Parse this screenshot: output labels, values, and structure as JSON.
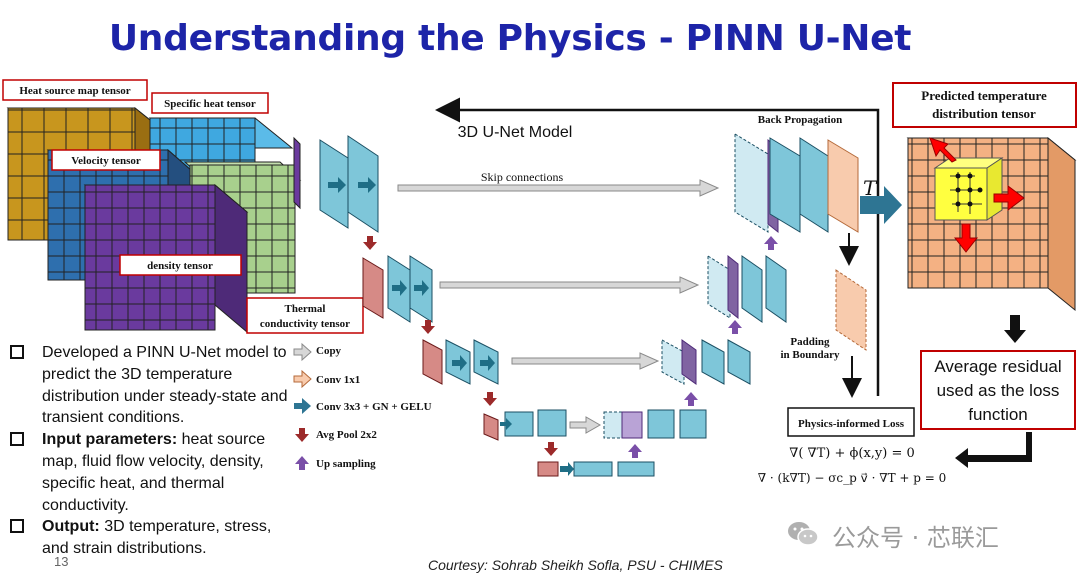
{
  "title": "Understanding the Physics - PINN U-Net",
  "inputs": {
    "heat_source": "Heat source map tensor",
    "specific_heat": "Specific heat tensor",
    "velocity": "Velocity tensor",
    "density": "density tensor",
    "thermal_line1": "Thermal",
    "thermal_line2": "conductivity tensor"
  },
  "model_label": "3D U-Net Model",
  "back_propagation": "Back Propagation",
  "skip_connections": "Skip connections",
  "t_symbol": "T",
  "output": {
    "line1": "Predicted temperature",
    "line2": "distribution tensor"
  },
  "padding_line1": "Padding",
  "padding_line2": "in Boundary",
  "physics_loss": "Physics-informed Loss",
  "equation1": "∇( ∇T) + ϕ(x,y) = 0",
  "equation2": "∇ · (k∇T) − σc_p v⃗ · ∇T + p = 0",
  "loss_box": {
    "line1": "Average residual",
    "line2": "used as the loss",
    "line3": "function"
  },
  "legend": {
    "copy": "Copy",
    "conv1": "Conv 1x1",
    "conv3": "Conv 3x3 + GN + GELU",
    "pool": "Avg Pool 2x2",
    "up": "Up sampling"
  },
  "bullets": {
    "b1": "Developed a PINN U-Net model to predict the 3D temperature distribution under steady-state and transient conditions.",
    "b2_label": "Input parameters:",
    "b2_text": " heat source map, fluid flow velocity, density, specific heat, and thermal conductivity.",
    "b3_label": "Output:",
    "b3_text": " 3D temperature, stress, and strain distributions."
  },
  "page_number": "13",
  "courtesy": "Courtesy: Sohrab Sheikh Sofla, PSU - CHIMES",
  "watermark": "公众号 · 芯联汇",
  "colors": {
    "title": "#1d24a8",
    "heat_cube": "#c8961e",
    "specific_cube": "#3fa8e0",
    "velocity_cube": "#2e6fae",
    "density_cube": "#6a3a9e",
    "thermal_cube": "#a8d08d",
    "output_cube": "#f4b183",
    "conv_block": "#7ec6d9",
    "conv1_block": "#f8cbad",
    "pool_block": "#c0504d",
    "up_block": "#8064a2",
    "label_border": "#c00000"
  }
}
